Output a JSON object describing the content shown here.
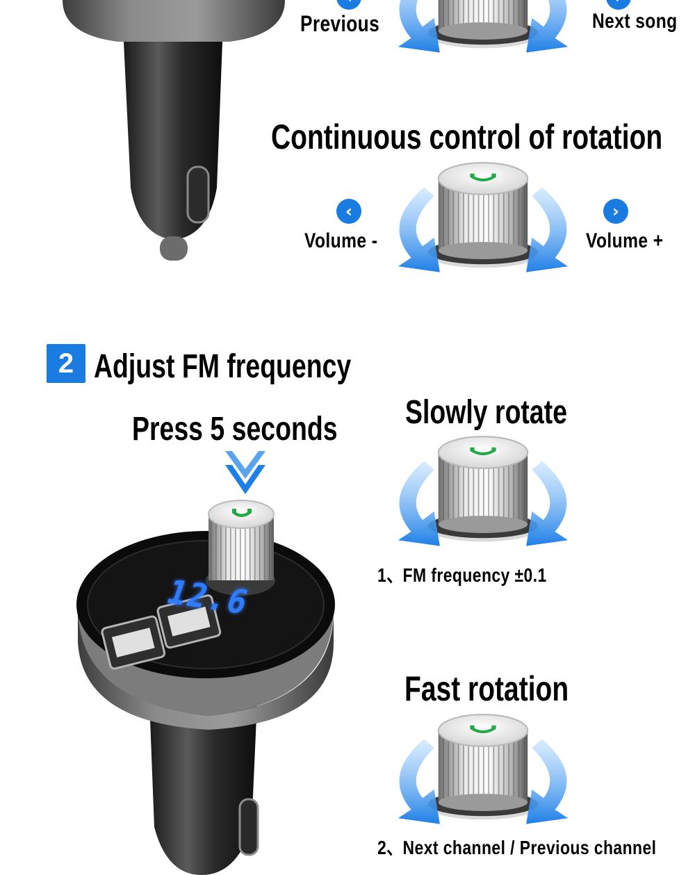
{
  "top": {
    "previous_label": "Previous",
    "next_label": "Next song",
    "rotation_title": "Continuous control of rotation",
    "volume_minus_label": "Volume -",
    "volume_plus_label": "Volume +",
    "left_icon": "chevron-left-icon",
    "right_icon": "chevron-right-icon"
  },
  "section2": {
    "badge": "2",
    "title": "Adjust FM frequency",
    "press_label": "Press 5 seconds",
    "display_value": "12.6",
    "slow_title": "Slowly rotate",
    "slow_caption": "1、FM frequency ±0.1",
    "fast_title": "Fast rotation",
    "fast_caption": "2、Next channel / Previous channel"
  },
  "colors": {
    "accent_blue": "#1a7be0",
    "arrow_blue": "#2a86e8",
    "phone_green": "#22a845",
    "display_blue": "#2f7cff"
  }
}
